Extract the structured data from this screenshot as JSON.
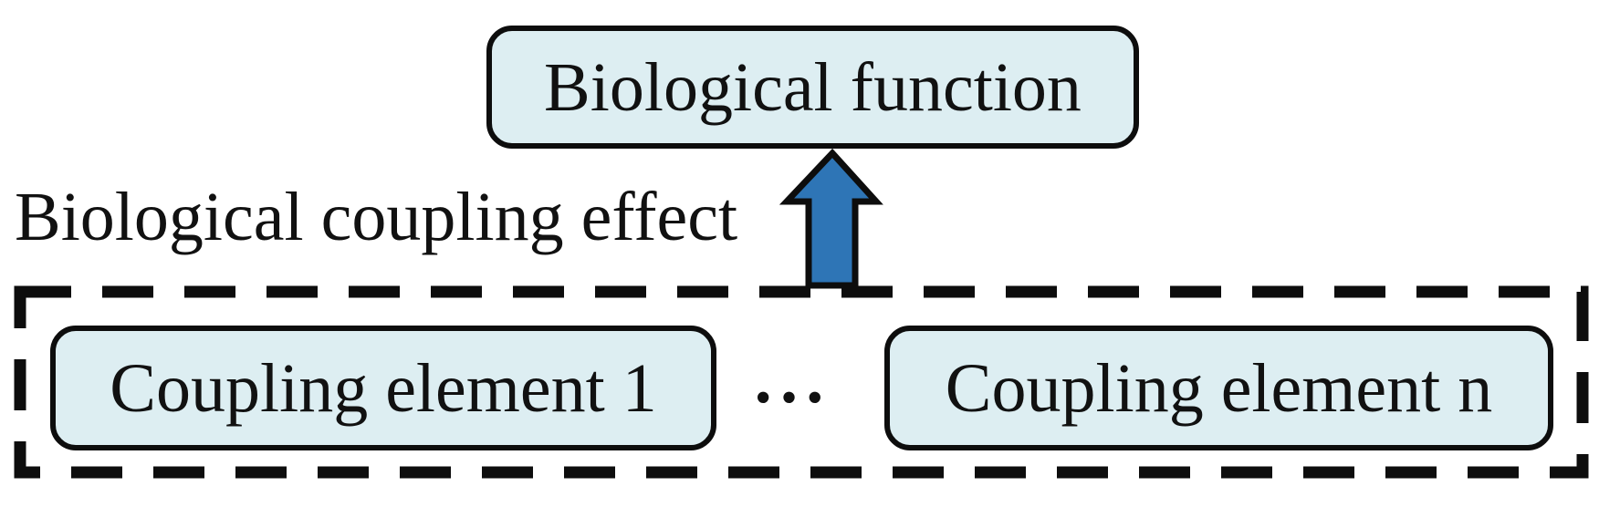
{
  "colors": {
    "background": "#ffffff",
    "box_fill": "#ddeef2",
    "box_border": "#0d0d0d",
    "arrow_fill": "#2e75b6",
    "arrow_outline": "#0d0d0d",
    "dash_border": "#0d0d0d",
    "text": "#111111"
  },
  "icons": {
    "up_arrow": "block-arrow-up"
  },
  "diagram": {
    "function_box": {
      "label": "Biological function"
    },
    "coupling_effect_label": "Biological coupling effect",
    "ellipsis": "···",
    "coupling_group": {
      "elements": [
        {
          "label": "Coupling element 1"
        },
        {
          "label": "Coupling element n"
        }
      ]
    }
  }
}
